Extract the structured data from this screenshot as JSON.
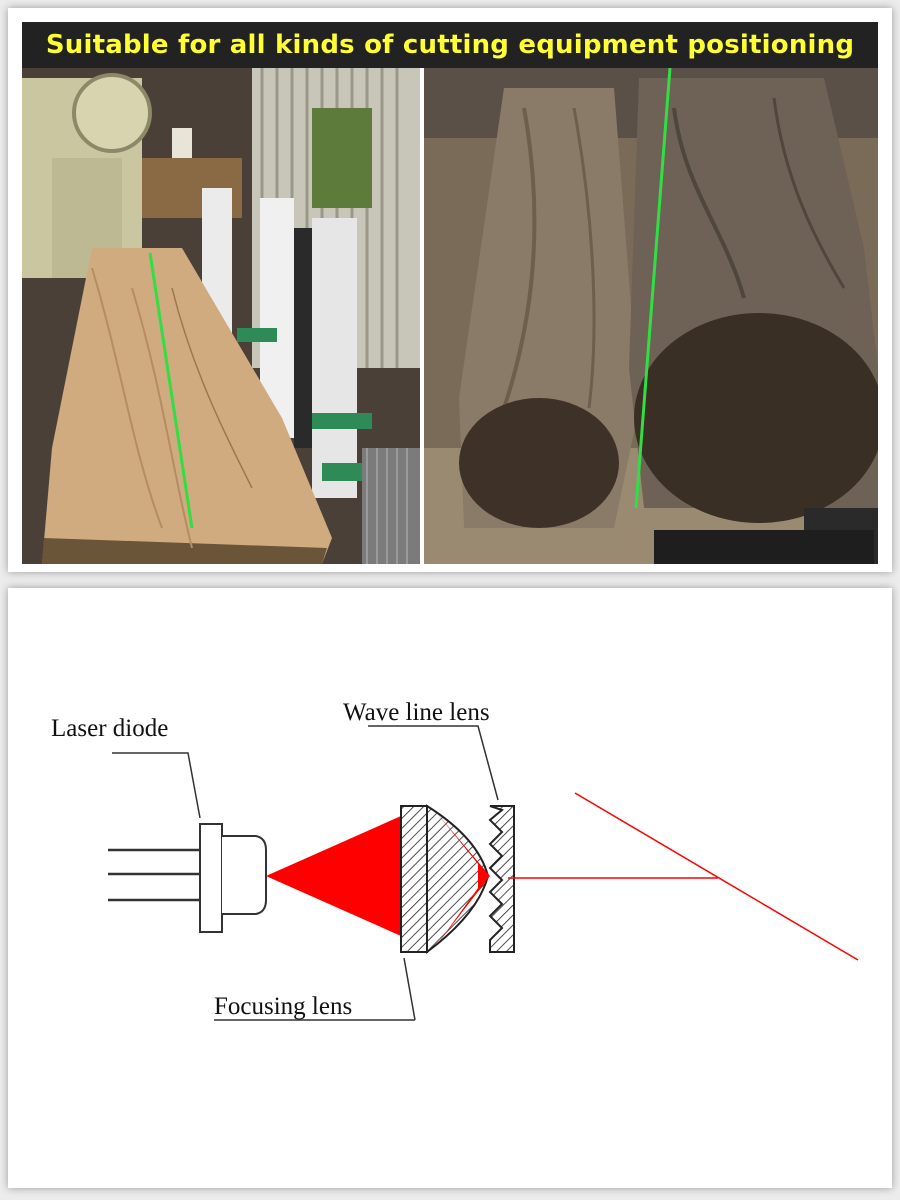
{
  "banner": {
    "text": "Suitable for all kinds of cutting equipment positioning",
    "text_color": "#ffff33",
    "background": "#222222"
  },
  "photos": [
    {
      "name": "sawmill-wood-plank",
      "laser_color": "#33dd44"
    },
    {
      "name": "logs-with-green-line",
      "laser_color": "#33dd44"
    }
  ],
  "diagram": {
    "labels": {
      "laser_diode": "Laser diode",
      "wave_line_lens": "Wave line lens",
      "focusing_lens": "Focusing lens"
    },
    "beam_color": "#ff0000"
  }
}
